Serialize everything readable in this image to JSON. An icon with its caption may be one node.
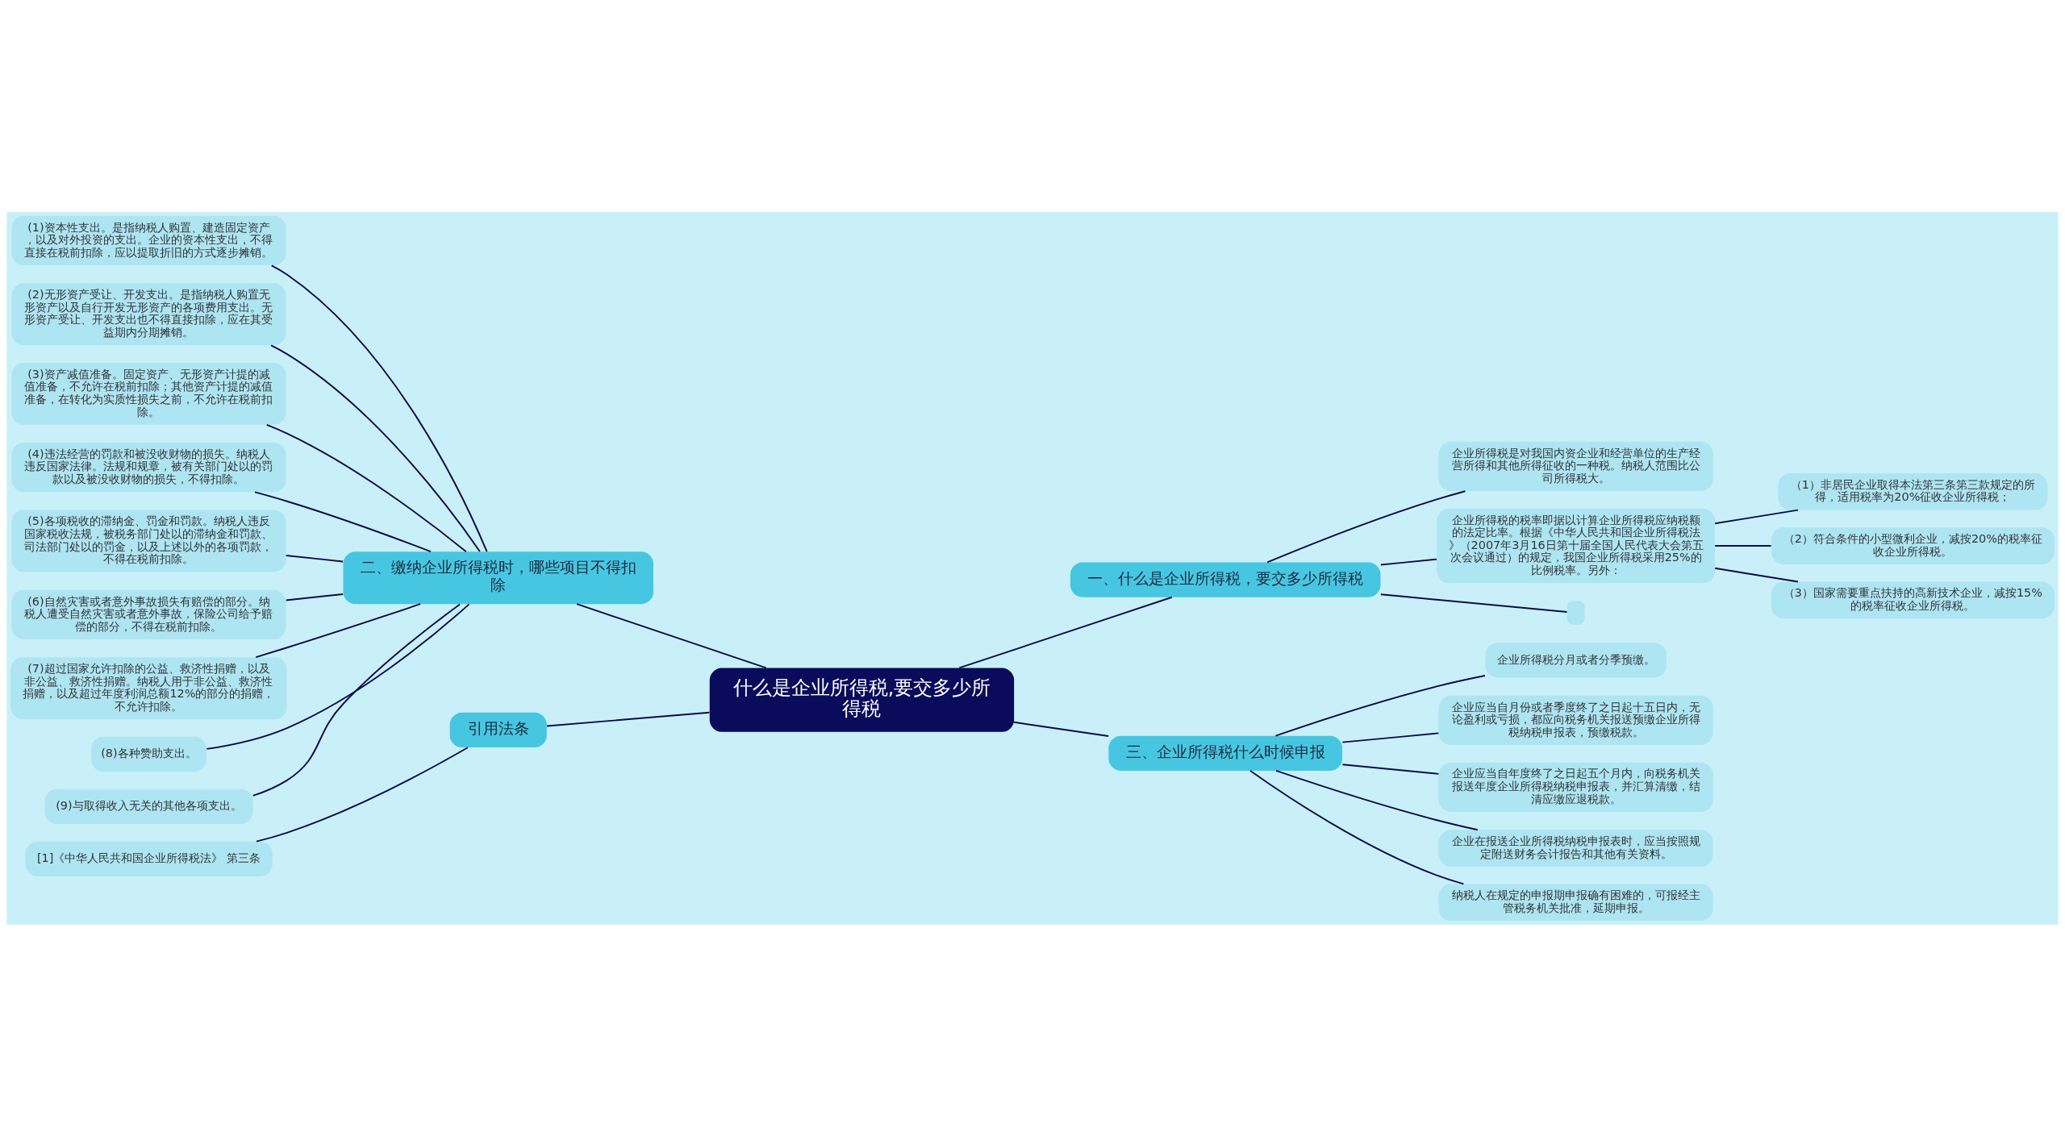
{
  "diagram": {
    "nodes": [
      {
        "text": [
          "什么是企业所得税,要交多少所得税"
        ]
      },
      {
        "text": [
          "一、什么是企业所得税，要交多少所得税"
        ]
      },
      {
        "text": [
          "企业所得税是对我国内资企业和经营单位的生产经营所得和其他所得征收的一种税。纳税人范围比公司所得税大。"
        ]
      },
      {
        "text": [
          "企业所得税的税率即据以计算企业所得税应纳税额的法定比率。根据《中华人民共和国企业所得税法》（2007年3月16日第十届全国人民代表大会第五次会议通过）的规定，我国企业所得税采用25%的比例税率。另外："
        ]
      },
      {
        "text": [
          "（1）非居民企业取得本法第三条第三款规定的所得，适用税率为20%征收企业所得税；"
        ]
      },
      {
        "text": [
          "（2）符合条件的小型微利企业，减按20%的税率征收企业所得税。"
        ]
      },
      {
        "text": [
          "（3）国家需要重点扶持的高新技术企业，减按15%的税率征收企业所得税。"
        ]
      },
      {
        "text": [],
        "shape": "box"
      },
      {
        "text": [
          "二、缴纳企业所得税时，哪些项目不得扣除"
        ]
      },
      {
        "text": [
          "(1)资本性支出。是指纳税人购置、建造固定资产，以及对外投资的支出。企业的资本性支出，不得直接在税前扣除，应以提取折旧的方式逐步摊销。"
        ]
      },
      {
        "text": [
          "(2)无形资产受让、开发支出。是指纳税人购置无形资产以及自行开发无形资产的各项费用支出。无形资产受让、开发支出也不得直接扣除，应在其受益期内分期摊销。"
        ]
      },
      {
        "text": [
          "(3)资产减值准备。固定资产、无形资产计提的减值准备，不允许在税前扣除；其他资产计提的减值准备，在转化为实质性损失之前，不允许在税前扣除。"
        ]
      },
      {
        "text": [
          "(4)违法经营的罚款和被没收财物的损失。纳税人违反国家法律。法规和规章，被有关部门处以的罚款以及被没收财物的损失，不得扣除。"
        ]
      },
      {
        "text": [
          "(5)各项税收的滞纳金、罚金和罚款。纳税人违反国家税收法规，被税务部门处以的滞纳金和罚款、司法部门处以的罚金，以及上述以外的各项罚款，不得在税前扣除。"
        ]
      },
      {
        "text": [
          "(6)自然灾害或者意外事故损失有赔偿的部分。纳税人遭受自然灾害或者意外事故，保险公司给予赔偿的部分，不得在税前扣除。"
        ]
      },
      {
        "text": [
          "(7)超过国家允许扣除的公益、救济性捐赠，以及非公益、救济性捐赠。纳税人用于非公益、救济性捐赠，以及超过年度利润总额12%的部分的捐赠，不允许扣除。"
        ]
      },
      {
        "text": [
          "(8)各种赞助支出。"
        ]
      },
      {
        "text": [
          "(9)与取得收入无关的其他各项支出。"
        ]
      },
      {
        "text": [
          "三、企业所得税什么时候申报"
        ]
      },
      {
        "text": [
          "企业所得税分月或者分季预缴。"
        ]
      },
      {
        "text": [
          "企业应当自月份或者季度终了之日起十五日内，无论盈利或亏损，都应向税务机关报送预缴企业所得税纳税申报表，预缴税款。"
        ]
      },
      {
        "text": [
          "企业应当自年度终了之日起五个月内，向税务机关报送年度企业所得税纳税申报表，并汇算清缴，结清应缴应退税款。"
        ]
      },
      {
        "text": [
          "企业在报送企业所得税纳税申报表时，应当按照规定附送财务会计报告和其他有关资料。"
        ]
      },
      {
        "text": [
          "纳税人在规定的申报期申报确有困难的，可报经主管税务机关批准，延期申报。"
        ]
      },
      {
        "text": [
          "引用法条"
        ]
      },
      {
        "text": [
          "[1]《中华人民共和国企业所得税法》 第三条"
        ]
      }
    ],
    "edges": [
      {
        "from": 0,
        "to": 1,
        "arrow": "none"
      },
      {
        "from": 1,
        "to": 2,
        "arrow": "none"
      },
      {
        "from": 1,
        "to": 3,
        "arrow": "none"
      },
      {
        "from": 3,
        "to": 4,
        "arrow": "none"
      },
      {
        "from": 3,
        "to": 5,
        "arrow": "none"
      },
      {
        "from": 3,
        "to": 6,
        "arrow": "none"
      },
      {
        "from": 1,
        "to": 7,
        "arrow": "none"
      },
      {
        "from": 0,
        "to": 8,
        "arrow": "none"
      },
      {
        "from": 8,
        "to": 9,
        "arrow": "none"
      },
      {
        "from": 8,
        "to": 10,
        "arrow": "none"
      },
      {
        "from": 8,
        "to": 11,
        "arrow": "none"
      },
      {
        "from": 8,
        "to": 12,
        "arrow": "none"
      },
      {
        "from": 8,
        "to": 13,
        "arrow": "none"
      },
      {
        "from": 8,
        "to": 14,
        "arrow": "none"
      },
      {
        "from": 8,
        "to": 15,
        "arrow": "none"
      },
      {
        "from": 8,
        "to": 16,
        "arrow": "none"
      },
      {
        "from": 8,
        "to": 17,
        "arrow": "none"
      },
      {
        "from": 0,
        "to": 18,
        "arrow": "none"
      },
      {
        "from": 18,
        "to": 19,
        "arrow": "none"
      },
      {
        "from": 18,
        "to": 20,
        "arrow": "none"
      },
      {
        "from": 18,
        "to": 21,
        "arrow": "none"
      },
      {
        "from": 18,
        "to": 22,
        "arrow": "none"
      },
      {
        "from": 18,
        "to": 23,
        "arrow": "none"
      },
      {
        "from": 0,
        "to": 24,
        "arrow": "none"
      },
      {
        "from": 24,
        "to": 25,
        "arrow": "none"
      }
    ]
  }
}
